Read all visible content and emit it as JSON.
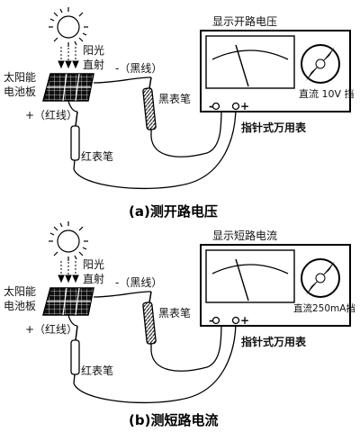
{
  "panels": [
    {
      "caption": "(a)测开路电压",
      "meter_title": "显示开路电压",
      "range_label": "直流 10V 挡",
      "sun_label_1": "阳光",
      "sun_label_2": "直射",
      "panel_label_1": "太阳能",
      "panel_label_2": "电池板",
      "neg_wire_label": "-（黑线）",
      "pos_wire_label": "+（红线）",
      "black_probe_label": "黑表笔",
      "red_probe_label": "红表笔",
      "meter_name": "指针式万用表",
      "terminal_neg": "-",
      "terminal_pos": "+"
    },
    {
      "caption": "(b)测短路电流",
      "meter_title": "显示短路电流",
      "range_label": "直流250mA挡",
      "sun_label_1": "阳光",
      "sun_label_2": "直射",
      "panel_label_1": "太阳能",
      "panel_label_2": "电池板",
      "neg_wire_label": "-（黑线）",
      "pos_wire_label": "+（红线）",
      "black_probe_label": "黑表笔",
      "red_probe_label": "红表笔",
      "meter_name": "指针式万用表",
      "terminal_neg": "-",
      "terminal_pos": "+"
    }
  ]
}
